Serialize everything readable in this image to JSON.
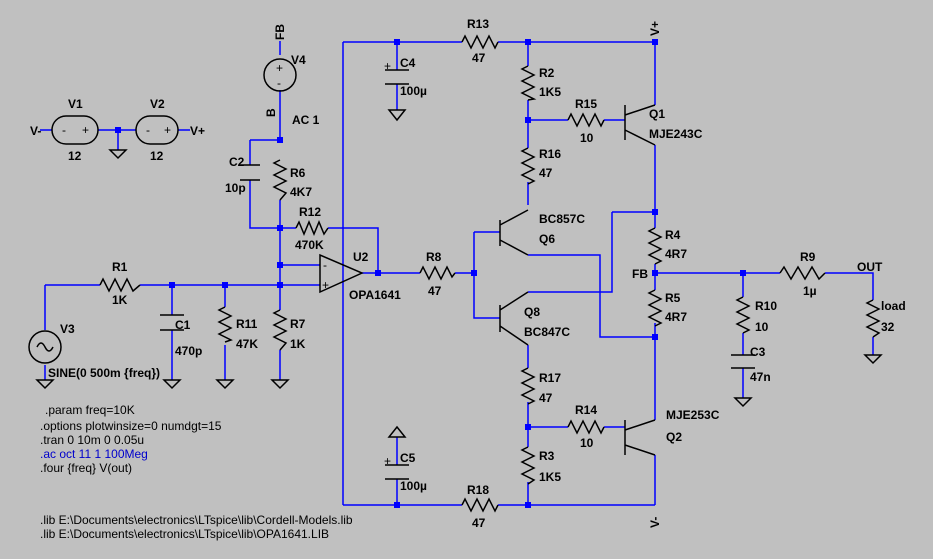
{
  "components": [
    {
      "id": "fb-label-top",
      "text": "FB"
    },
    {
      "id": "v4-name",
      "text": "V4"
    },
    {
      "id": "v4-node",
      "text": "B"
    },
    {
      "id": "v4-value",
      "text": "AC 1"
    },
    {
      "id": "c4-name",
      "text": "C4"
    },
    {
      "id": "c4-value",
      "text": "100µ"
    },
    {
      "id": "r13-name",
      "text": "R13"
    },
    {
      "id": "r13-value",
      "text": "47"
    },
    {
      "id": "vplus-top",
      "text": "V+"
    },
    {
      "id": "r2-name",
      "text": "R2"
    },
    {
      "id": "r2-value",
      "text": "1K5"
    },
    {
      "id": "r15-name",
      "text": "R15"
    },
    {
      "id": "r15-value",
      "text": "10"
    },
    {
      "id": "q1-name",
      "text": "Q1"
    },
    {
      "id": "q1-value",
      "text": "MJE243C"
    },
    {
      "id": "v1-name",
      "text": "V1"
    },
    {
      "id": "v1-value",
      "text": "12"
    },
    {
      "id": "v2-name",
      "text": "V2"
    },
    {
      "id": "v2-value",
      "text": "12"
    },
    {
      "id": "vminus-left",
      "text": "V-"
    },
    {
      "id": "vplus-left",
      "text": "V+"
    },
    {
      "id": "c2-name",
      "text": "C2"
    },
    {
      "id": "c2-value",
      "text": "10p"
    },
    {
      "id": "r6-name",
      "text": "R6"
    },
    {
      "id": "r6-value",
      "text": "4K7"
    },
    {
      "id": "r16-name",
      "text": "R16"
    },
    {
      "id": "r16-value",
      "text": "47"
    },
    {
      "id": "r12-name",
      "text": "R12"
    },
    {
      "id": "r12-value",
      "text": "470K"
    },
    {
      "id": "q6-part",
      "text": "BC857C"
    },
    {
      "id": "q6-name",
      "text": "Q6"
    },
    {
      "id": "r4-name",
      "text": "R4"
    },
    {
      "id": "r4-value",
      "text": "4R7"
    },
    {
      "id": "u2-name",
      "text": "U2"
    },
    {
      "id": "u2-value",
      "text": "OPA1641"
    },
    {
      "id": "r8-name",
      "text": "R8"
    },
    {
      "id": "r8-value",
      "text": "47"
    },
    {
      "id": "fb-label-mid",
      "text": "FB"
    },
    {
      "id": "r9-name",
      "text": "R9"
    },
    {
      "id": "r9-value",
      "text": "1µ"
    },
    {
      "id": "out-label",
      "text": "OUT"
    },
    {
      "id": "r1-name",
      "text": "R1"
    },
    {
      "id": "r1-value",
      "text": "1K"
    },
    {
      "id": "r5-name",
      "text": "R5"
    },
    {
      "id": "r5-value",
      "text": "4R7"
    },
    {
      "id": "load-name",
      "text": "load"
    },
    {
      "id": "load-value",
      "text": "32"
    },
    {
      "id": "q8-name",
      "text": "Q8"
    },
    {
      "id": "q8-part",
      "text": "BC847C"
    },
    {
      "id": "r10-name",
      "text": "R10"
    },
    {
      "id": "r10-value",
      "text": "10"
    },
    {
      "id": "v3-name",
      "text": "V3"
    },
    {
      "id": "c1-name",
      "text": "C1"
    },
    {
      "id": "c1-value",
      "text": "470p"
    },
    {
      "id": "r11-name",
      "text": "R11"
    },
    {
      "id": "r11-value",
      "text": "47K"
    },
    {
      "id": "r7-name",
      "text": "R7"
    },
    {
      "id": "r7-value",
      "text": "1K"
    },
    {
      "id": "c3-name",
      "text": "C3"
    },
    {
      "id": "c3-value",
      "text": "47n"
    },
    {
      "id": "v3-value",
      "text": "SINE(0 500m {freq})"
    },
    {
      "id": "r17-name",
      "text": "R17"
    },
    {
      "id": "r17-value",
      "text": "47"
    },
    {
      "id": "r14-name",
      "text": "R14"
    },
    {
      "id": "r14-value",
      "text": "10"
    },
    {
      "id": "q2-part",
      "text": "MJE253C"
    },
    {
      "id": "q2-name",
      "text": "Q2"
    },
    {
      "id": "r3-name",
      "text": "R3"
    },
    {
      "id": "r3-value",
      "text": "1K5"
    },
    {
      "id": "c5-name",
      "text": "C5"
    },
    {
      "id": "c5-value",
      "text": "100µ"
    },
    {
      "id": "r18-name",
      "text": "R18"
    },
    {
      "id": "r18-value",
      "text": "47"
    },
    {
      "id": "vminus-bottom",
      "text": "V-"
    }
  ],
  "directives": [
    ".param freq=10K",
    ".options plotwinsize=0 numdgt=15",
    ".tran 0 10m 0 0.05u",
    ".ac oct 11 1 100Meg",
    ".four {freq} V(out)",
    ".lib E:\\Documents\\electronics\\LTspice\\lib\\Cordell-Models.lib",
    ".lib E:\\Documents\\electronics\\LTspice\\lib\\OPA1641.LIB"
  ],
  "colors": {
    "background": "#c0c0c0",
    "wire": "#0000ff",
    "component": "#000000",
    "active_directive": "#0000cc"
  }
}
